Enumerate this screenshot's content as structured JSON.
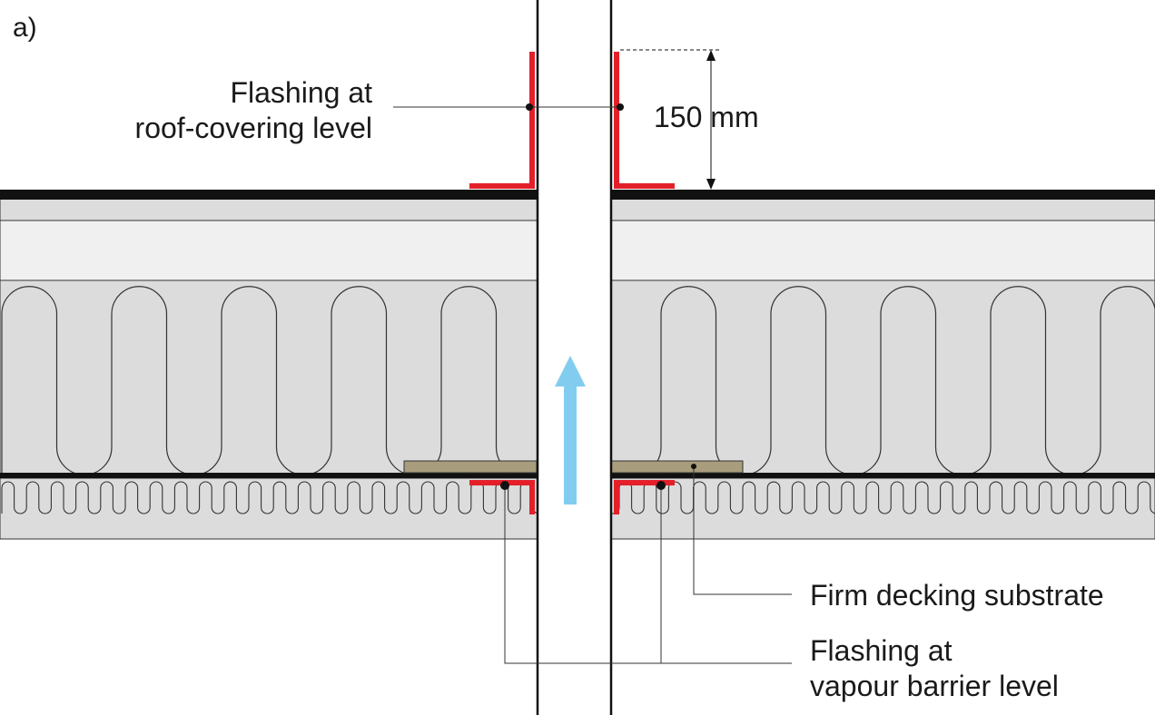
{
  "figure": {
    "panel_label": "a)",
    "labels": {
      "flashing_roof_line1": "Flashing at",
      "flashing_roof_line2": "roof-covering level",
      "dimension": "150 mm",
      "decking": "Firm decking substrate",
      "flashing_vapour_line1": "Flashing at",
      "flashing_vapour_line2": "vapour barrier level"
    }
  },
  "colors": {
    "flashing": "#e3202a",
    "airflow_arrow": "#82cdef",
    "insulation_fill": "#dcdcdc",
    "board_fill": "#a89d7c",
    "membrane": "#111111"
  },
  "icons": {
    "airflow": "arrow-up-icon"
  }
}
